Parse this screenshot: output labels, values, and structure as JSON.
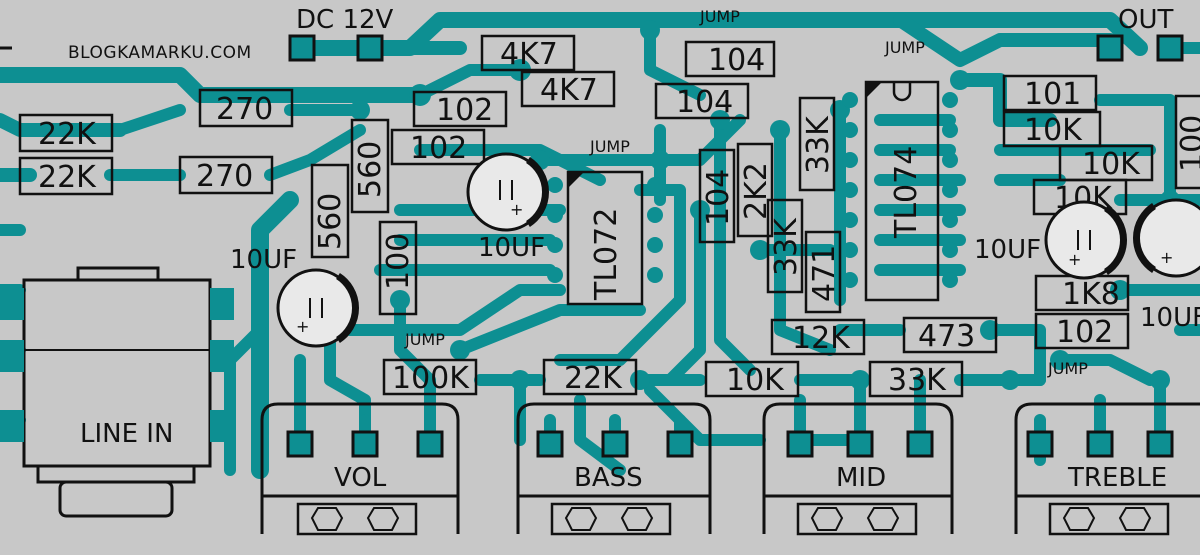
{
  "branding": {
    "site": "BLOGKAMARKU.COM"
  },
  "power": {
    "dc_label": "DC 12V",
    "out_label": "OUT"
  },
  "jumps": {
    "j1": "JUMP",
    "j2": "JUMP",
    "j3": "JUMP",
    "j4": "JUMP",
    "j5": "JUMP"
  },
  "resistors": {
    "r_22k_a": "22K",
    "r_22k_b": "22K",
    "r_270_a": "270",
    "r_270_b": "270",
    "r_4k7_a": "4K7",
    "r_4k7_b": "4K7",
    "r_104_a": "104",
    "r_104_b": "104",
    "r_104_c": "104",
    "r_102_a": "102",
    "r_102_b": "102",
    "r_102_c": "102",
    "r_560_a": "560",
    "r_560_b": "560",
    "r_100": "100",
    "r_100k": "100K",
    "r_22k_c": "22K",
    "r_10k_a": "10K",
    "r_33k_a": "33K",
    "r_2k2": "2K2",
    "r_33k_b": "33K",
    "r_33k_c": "33K",
    "r_471": "471",
    "r_12k": "12K",
    "r_473": "473",
    "r_101": "101",
    "r_10k_b": "10K",
    "r_10k_c": "10K",
    "r_10k_d": "10K",
    "r_1k8": "1K8",
    "r_100_right": "100"
  },
  "capacitors": {
    "c1": "10UF",
    "c2": "10UF",
    "c3": "10UF",
    "c4": "10UF"
  },
  "ics": {
    "ic1": "TL072",
    "ic2": "TL074"
  },
  "connectors": {
    "line_in": "LINE IN"
  },
  "pots": {
    "vol": "VOL",
    "bass": "BASS",
    "mid": "MID",
    "treble": "TREBLE"
  },
  "colors": {
    "board": "#c8c8c8",
    "copper": "#0d8f92",
    "silkscreen": "#111111"
  }
}
